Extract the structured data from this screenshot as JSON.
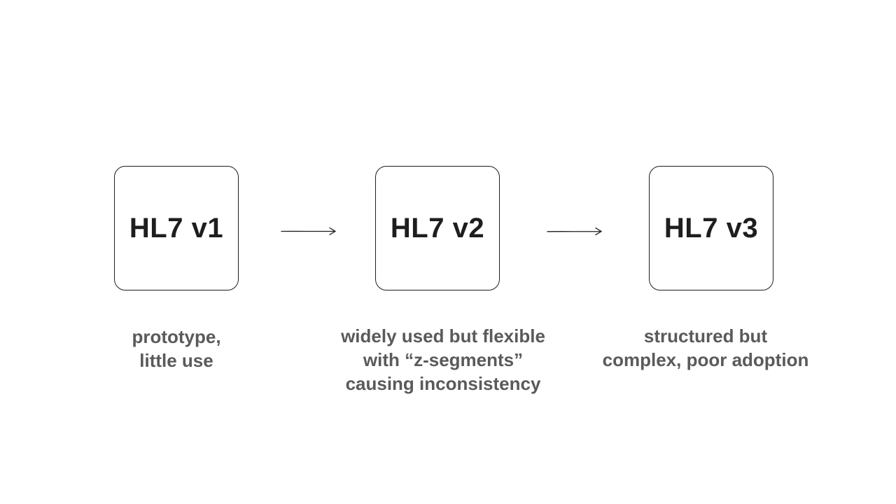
{
  "nodes": [
    {
      "label": "HL7 v1",
      "caption": [
        "prototype,",
        "little use"
      ]
    },
    {
      "label": "HL7 v2",
      "caption": [
        "widely used but flexible",
        "with “z-segments”",
        "causing inconsistency"
      ]
    },
    {
      "label": "HL7 v3",
      "caption": [
        "structured but",
        "complex, poor adoption"
      ]
    }
  ],
  "colors": {
    "stroke": "#1e1e1e",
    "caption_text": "#5a5a5a",
    "background": "#ffffff"
  }
}
